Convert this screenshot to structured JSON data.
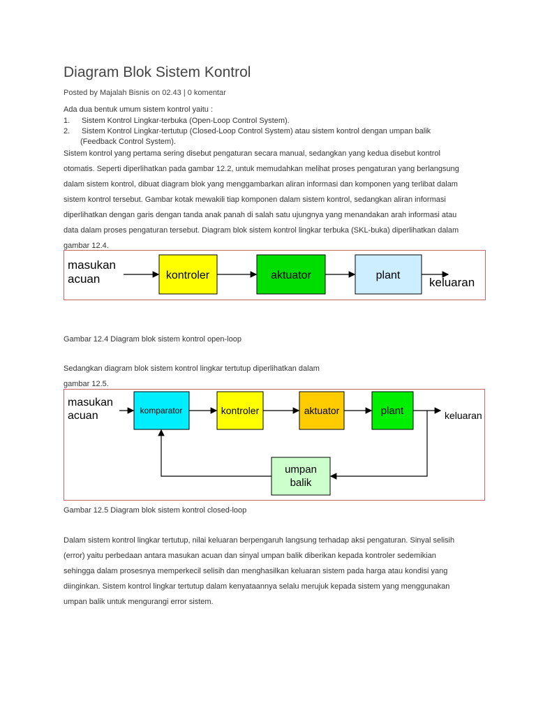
{
  "article": {
    "title": "Diagram Blok Sistem Kontrol",
    "meta": "Posted by Majalah Bisnis on 02.43 | 0 komentar",
    "intro": "Ada dua bentuk umum sistem kontrol yaitu :",
    "list": [
      {
        "num": "1.",
        "text": "Sistem Kontrol Lingkar-terbuka (Open-Loop Control System)."
      },
      {
        "num": "2.",
        "text": "Sistem Kontrol Lingkar-tertutup (Closed-Loop Control System) atau sistem kontrol dengan umpan balik",
        "cont": "(Feedback Control System)."
      }
    ],
    "para1": [
      "Sistem kontrol yang pertama sering disebut pengaturan secara manual, sedangkan yang kedua disebut kontrol",
      "otomatis. Seperti diperlihatkan pada gambar 12.2, untuk memudahkan melihat proses pengaturan yang berlangsung",
      "dalam sistem kontrol, dibuat diagram blok yang menggambarkan aliran informasi dan komponen yang terlibat dalam",
      "sistem kontrol tersebut. Gambar kotak mewakili tiap komponen dalam sistem kontrol, sedangkan aliran informasi",
      "diperlihatkan dengan garis dengan tanda anak panah di salah satu ujungnya yang menandakan arah informasi atau",
      "data dalam proses pengaturan tersebut. Diagram blok sistem kontrol lingkar terbuka (SKL-buka) diperlihatkan dalam",
      "gambar 12.4."
    ],
    "caption1": "Gambar 12.4 Diagram blok sistem kontrol open-loop",
    "para2": [
      "Sedangkan diagram blok sistem kontrol lingkar tertutup diperlihatkan dalam",
      "gambar 12.5."
    ],
    "caption2": "Gambar 12.5 Diagram blok sistem kontrol closed-loop",
    "para3": [
      "Dalam sistem kontrol lingkar tertutup, nilai keluaran berpengaruh langsung terhadap aksi pengaturan. Sinyal selisih",
      "(error) yaitu perbedaan antara masukan acuan dan sinyal umpan balik diberikan kepada kontroler sedemikian",
      "sehingga dalam prosesnya memperkecil selisih dan menghasilkan keluaran sistem pada harga atau kondisi yang",
      "diinginkan. Sistem kontrol lingkar tertutup dalam kenyataannya selalu merujuk kepada sistem yang menggunakan",
      "umpan balik untuk mengurangi error sistem."
    ]
  },
  "diagram_open": {
    "input": [
      "masukan",
      "acuan"
    ],
    "blocks": [
      {
        "label": "kontroler",
        "color": "#ffff00"
      },
      {
        "label": "aktuator",
        "color": "#00dd00"
      },
      {
        "label": "plant",
        "color": "#cceeff"
      }
    ],
    "output": "keluaran",
    "border_color": "#cc6666"
  },
  "diagram_closed": {
    "input": [
      "masukan",
      "acuan"
    ],
    "blocks": [
      {
        "label": "komparator",
        "color": "#00eeff"
      },
      {
        "label": "kontroler",
        "color": "#ffff00"
      },
      {
        "label": "aktuator",
        "color": "#ffcc00"
      },
      {
        "label": "plant",
        "color": "#00ee00"
      }
    ],
    "feedback": [
      "umpan",
      "balik"
    ],
    "feedback_color": "#ccffcc",
    "output": "keluaran",
    "border_color": "#cc6666"
  }
}
